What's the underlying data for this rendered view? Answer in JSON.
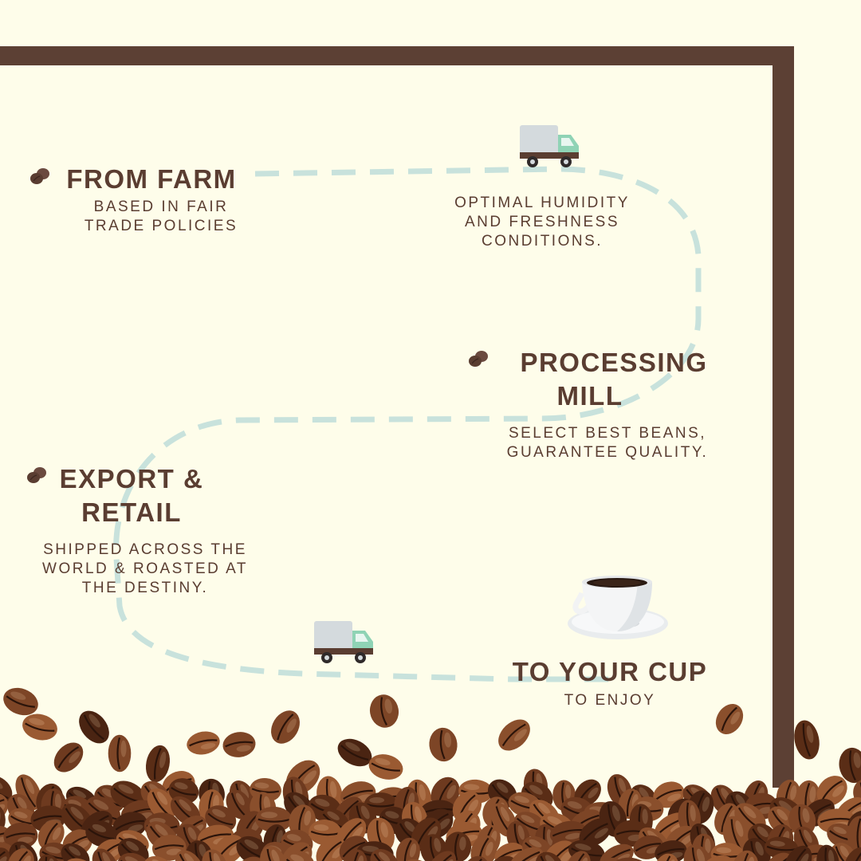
{
  "steps": [
    {
      "title": "FROM FARM",
      "subtitle": "BASED IN FAIR TRADE POLICIES"
    },
    {
      "title": "",
      "subtitle": "OPTIMAL HUMIDITY AND FRESHNESS CONDITIONS."
    },
    {
      "title_line1": "PROCESSING",
      "title_line2": "MILL",
      "subtitle_line1": "SELECT BEST BEANS,",
      "subtitle_line2": "GUARANTEE QUALITY."
    },
    {
      "title_line1": "EXPORT &",
      "title_line2": "RETAIL",
      "subtitle_line1": "SHIPPED ACROSS THE",
      "subtitle_line2": "WORLD & ROASTED AT",
      "subtitle_line3": "THE DESTINY."
    },
    {
      "title": "TO YOUR CUP",
      "subtitle": "TO ENJOY"
    }
  ],
  "labels": {
    "farm_sub_line1": "BASED IN FAIR",
    "farm_sub_line2": "TRADE POLICIES",
    "transit_line1": "OPTIMAL HUMIDITY",
    "transit_line2": "AND FRESHNESS",
    "transit_line3": "CONDITIONS."
  },
  "colors": {
    "background": "#fefdea",
    "frame": "#5c4034",
    "text": "#5a3d31",
    "dashed_path": "#c8e2dc",
    "truck_cargo": "#d4dadd",
    "truck_cab": "#8fd3b5"
  },
  "icons": [
    "coffee-bean-pin-icon",
    "delivery-truck-icon",
    "coffee-cup-icon",
    "coffee-beans-pile"
  ]
}
